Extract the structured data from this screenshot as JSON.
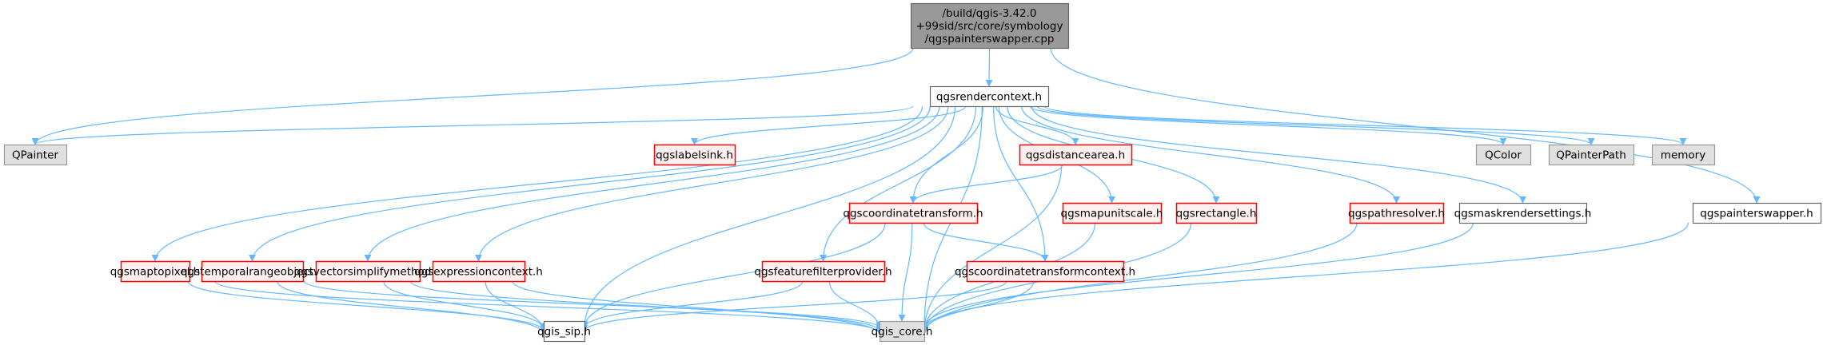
{
  "diagram": {
    "type": "include-dependency-graph",
    "colors": {
      "edge": "#63b8ff",
      "root_fill": "#999999",
      "root_stroke": "#666666",
      "documented_fill": "#ffffff",
      "documented_stroke": "#666666",
      "undocumented_fill": "#fff0f0",
      "undocumented_stroke": "#ff0000",
      "external_fill": "#e0e0e0",
      "external_stroke": "#999999"
    },
    "nodes": [
      {
        "id": "root",
        "kind": "root",
        "lines": [
          "/build/qgis-3.42.0",
          "+99sid/src/core/symbology",
          "/qgspainterswapper.cpp"
        ]
      },
      {
        "id": "qgsrendercontext",
        "kind": "documented",
        "lines": [
          "qgsrendercontext.h"
        ]
      },
      {
        "id": "QPainter",
        "kind": "external",
        "lines": [
          "QPainter"
        ]
      },
      {
        "id": "qgslabelsink",
        "kind": "undocumented",
        "lines": [
          "qgslabelsink.h"
        ]
      },
      {
        "id": "qgsdistancearea",
        "kind": "undocumented",
        "lines": [
          "qgsdistancearea.h"
        ]
      },
      {
        "id": "QColor",
        "kind": "external",
        "lines": [
          "QColor"
        ]
      },
      {
        "id": "QPainterPath",
        "kind": "external",
        "lines": [
          "QPainterPath"
        ]
      },
      {
        "id": "memory",
        "kind": "external",
        "lines": [
          "memory"
        ]
      },
      {
        "id": "qgscoordinatetransform",
        "kind": "undocumented",
        "lines": [
          "qgscoordinatetransform.h"
        ]
      },
      {
        "id": "qgsmapunitscale",
        "kind": "undocumented",
        "lines": [
          "qgsmapunitscale.h"
        ]
      },
      {
        "id": "qgsrectangle",
        "kind": "undocumented",
        "lines": [
          "qgsrectangle.h"
        ]
      },
      {
        "id": "qgspathresolver",
        "kind": "undocumented",
        "lines": [
          "qgspathresolver.h"
        ]
      },
      {
        "id": "qgsmaskrendersettings",
        "kind": "documented",
        "lines": [
          "qgsmaskrendersettings.h"
        ]
      },
      {
        "id": "qgspainterswapper",
        "kind": "documented",
        "lines": [
          "qgspainterswapper.h"
        ]
      },
      {
        "id": "qgsmaptopixel",
        "kind": "undocumented",
        "lines": [
          "qgsmaptopixel.h"
        ]
      },
      {
        "id": "qgstemporalrangeobject",
        "kind": "undocumented",
        "lines": [
          "qgstemporalrangeobject.h"
        ]
      },
      {
        "id": "qgsvectorsimplifymethod",
        "kind": "undocumented",
        "lines": [
          "qgsvectorsimplifymethod.h"
        ]
      },
      {
        "id": "qgsexpressioncontext",
        "kind": "undocumented",
        "lines": [
          "qgsexpressioncontext.h"
        ]
      },
      {
        "id": "qgsfeaturefilterprovider",
        "kind": "undocumented",
        "lines": [
          "qgsfeaturefilterprovider.h"
        ]
      },
      {
        "id": "qgscoordinatetransformcontext",
        "kind": "undocumented",
        "lines": [
          "qgscoordinatetransformcontext.h"
        ]
      },
      {
        "id": "qgis_sip",
        "kind": "documented",
        "lines": [
          "qgis_sip.h"
        ]
      },
      {
        "id": "qgis_core",
        "kind": "external",
        "lines": [
          "qgis_core.h"
        ]
      }
    ],
    "edges": [
      [
        "root",
        "qgsrendercontext"
      ],
      [
        "root",
        "QPainter"
      ],
      [
        "root",
        "qgspainterswapper"
      ],
      [
        "qgsrendercontext",
        "QPainter"
      ],
      [
        "qgsrendercontext",
        "qgslabelsink"
      ],
      [
        "qgsrendercontext",
        "qgsdistancearea"
      ],
      [
        "qgsrendercontext",
        "QColor"
      ],
      [
        "qgsrendercontext",
        "QPainterPath"
      ],
      [
        "qgsrendercontext",
        "memory"
      ],
      [
        "qgsrendercontext",
        "qgscoordinatetransform"
      ],
      [
        "qgsrendercontext",
        "qgsmapunitscale"
      ],
      [
        "qgsrendercontext",
        "qgsrectangle"
      ],
      [
        "qgsrendercontext",
        "qgspathresolver"
      ],
      [
        "qgsrendercontext",
        "qgsmaskrendersettings"
      ],
      [
        "qgsrendercontext",
        "qgsmaptopixel"
      ],
      [
        "qgsrendercontext",
        "qgstemporalrangeobject"
      ],
      [
        "qgsrendercontext",
        "qgsvectorsimplifymethod"
      ],
      [
        "qgsrendercontext",
        "qgsexpressioncontext"
      ],
      [
        "qgsrendercontext",
        "qgsfeaturefilterprovider"
      ],
      [
        "qgsrendercontext",
        "qgscoordinatetransformcontext"
      ],
      [
        "qgsrendercontext",
        "qgis_sip"
      ],
      [
        "qgsrendercontext",
        "qgis_core"
      ],
      [
        "qgsdistancearea",
        "qgscoordinatetransform"
      ],
      [
        "qgsdistancearea",
        "qgis_core"
      ],
      [
        "qgscoordinatetransform",
        "qgscoordinatetransformcontext"
      ],
      [
        "qgscoordinatetransform",
        "qgis_sip"
      ],
      [
        "qgscoordinatetransform",
        "qgis_core"
      ],
      [
        "qgsmapunitscale",
        "qgis_core"
      ],
      [
        "qgsrectangle",
        "qgis_core"
      ],
      [
        "qgspathresolver",
        "qgis_core"
      ],
      [
        "qgsmaskrendersettings",
        "qgis_core"
      ],
      [
        "qgspainterswapper",
        "qgis_core"
      ],
      [
        "qgsmaptopixel",
        "qgis_sip"
      ],
      [
        "qgsmaptopixel",
        "qgis_core"
      ],
      [
        "qgstemporalrangeobject",
        "qgis_sip"
      ],
      [
        "qgstemporalrangeobject",
        "qgis_core"
      ],
      [
        "qgsvectorsimplifymethod",
        "qgis_sip"
      ],
      [
        "qgsvectorsimplifymethod",
        "qgis_core"
      ],
      [
        "qgsexpressioncontext",
        "qgis_sip"
      ],
      [
        "qgsexpressioncontext",
        "qgis_core"
      ],
      [
        "qgsfeaturefilterprovider",
        "qgis_sip"
      ],
      [
        "qgsfeaturefilterprovider",
        "qgis_core"
      ],
      [
        "qgscoordinatetransformcontext",
        "qgis_sip"
      ],
      [
        "qgscoordinatetransformcontext",
        "qgis_core"
      ]
    ]
  }
}
